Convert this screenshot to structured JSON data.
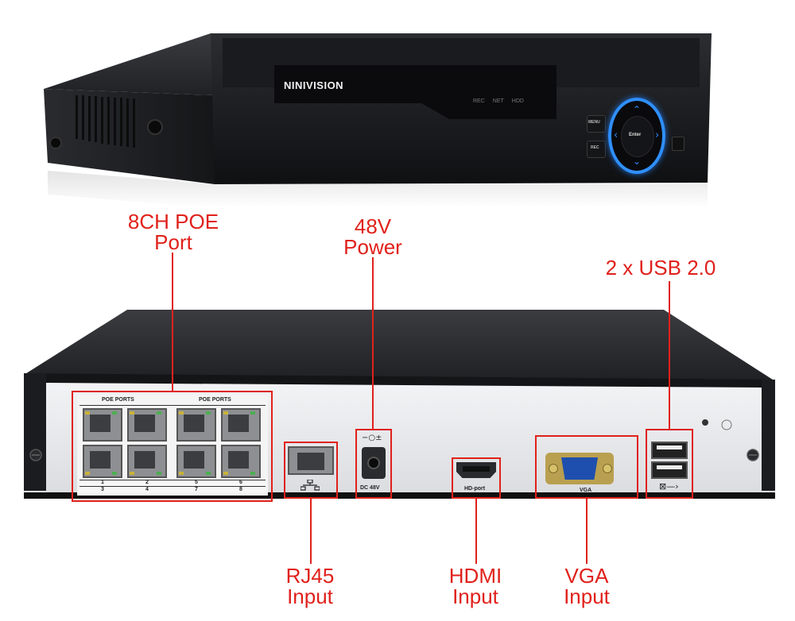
{
  "device": {
    "brand": "NINIVISION",
    "front_leds": [
      "REC",
      "NET",
      "HDD"
    ],
    "front_buttons": {
      "menu": "MENU",
      "rec": "REC",
      "enter": "Enter"
    }
  },
  "rear_panel": {
    "poe_header_left": "POE PORTS",
    "poe_header_right": "POE PORTS",
    "port_numbers_left_top": [
      "1",
      "2"
    ],
    "port_numbers_left_bottom": [
      "3",
      "4"
    ],
    "port_numbers_right_top": [
      "5",
      "6"
    ],
    "port_numbers_right_bottom": [
      "7",
      "8"
    ],
    "dc_label": "DC 48V",
    "hdmi_label": "HD-port",
    "vga_label": "VGA"
  },
  "callouts": {
    "poe": {
      "line1": "8CH POE",
      "line2": "Port"
    },
    "power": {
      "line1": "48V",
      "line2": "Power"
    },
    "usb": {
      "line1": "2 x USB 2.0"
    },
    "rj45": {
      "line1": "RJ45",
      "line2": "Input"
    },
    "hdmi": {
      "line1": "HDMI",
      "line2": "Input"
    },
    "vga": {
      "line1": "VGA",
      "line2": "Input"
    }
  },
  "colors": {
    "callout": "#e0211b",
    "chassis": "#1c1d20",
    "panel": "#e9eaec",
    "led_blue": "#2f8fff"
  }
}
